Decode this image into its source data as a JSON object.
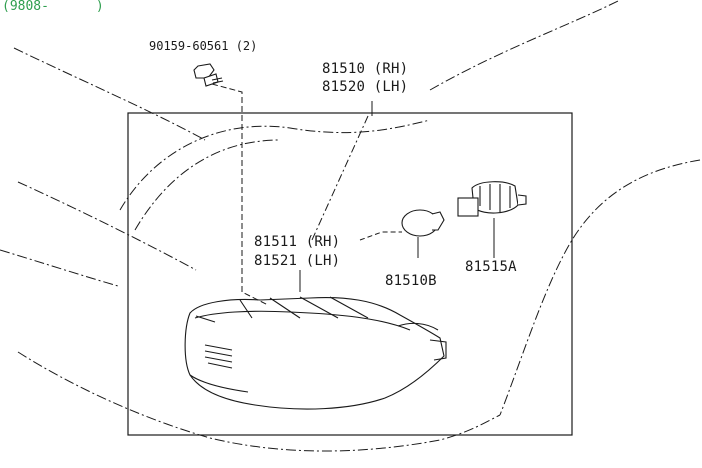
{
  "date_range": "(9808-      )",
  "parts": {
    "screw": "90159-60561 (2)",
    "lamp_assy_rh": "81510 (RH)",
    "lamp_assy_lh": "81520 (LH)",
    "lens_rh": "81511 (RH)",
    "lens_lh": "81521 (LH)",
    "bulb": "81510B",
    "socket": "81515A"
  },
  "colors": {
    "line": "#1a1a1a",
    "date_text": "#2f9e4f"
  },
  "icons": [
    "screw-icon",
    "bulb-icon",
    "socket-icon",
    "lamp-housing-icon"
  ]
}
